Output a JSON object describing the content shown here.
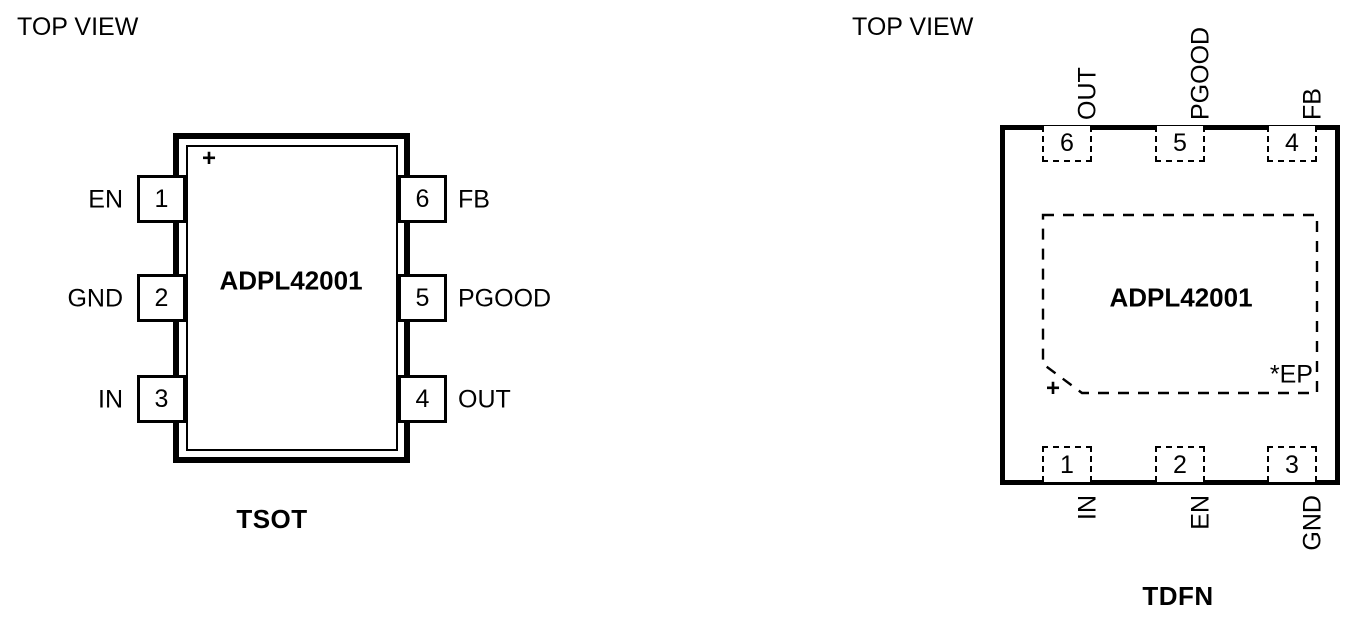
{
  "left_panel": {
    "view_label": "TOP VIEW",
    "package_caption": "TSOT",
    "chip_name": "ADPL42001",
    "orientation_marker": "+",
    "pins_left": [
      {
        "number": "1",
        "label": "EN"
      },
      {
        "number": "2",
        "label": "GND"
      },
      {
        "number": "3",
        "label": "IN"
      }
    ],
    "pins_right": [
      {
        "number": "6",
        "label": "FB"
      },
      {
        "number": "5",
        "label": "PGOOD"
      },
      {
        "number": "4",
        "label": "OUT"
      }
    ]
  },
  "right_panel": {
    "view_label": "TOP VIEW",
    "package_caption": "TDFN",
    "chip_name": "ADPL42001",
    "orientation_marker": "+",
    "exposed_pad_label": "*EP",
    "pins_top": [
      {
        "number": "6",
        "label": "OUT"
      },
      {
        "number": "5",
        "label": "PGOOD"
      },
      {
        "number": "4",
        "label": "FB"
      }
    ],
    "pins_bottom": [
      {
        "number": "1",
        "label": "IN"
      },
      {
        "number": "2",
        "label": "EN"
      },
      {
        "number": "3",
        "label": "GND"
      }
    ]
  },
  "colors": {
    "ink": "#000000",
    "background": "#ffffff"
  }
}
